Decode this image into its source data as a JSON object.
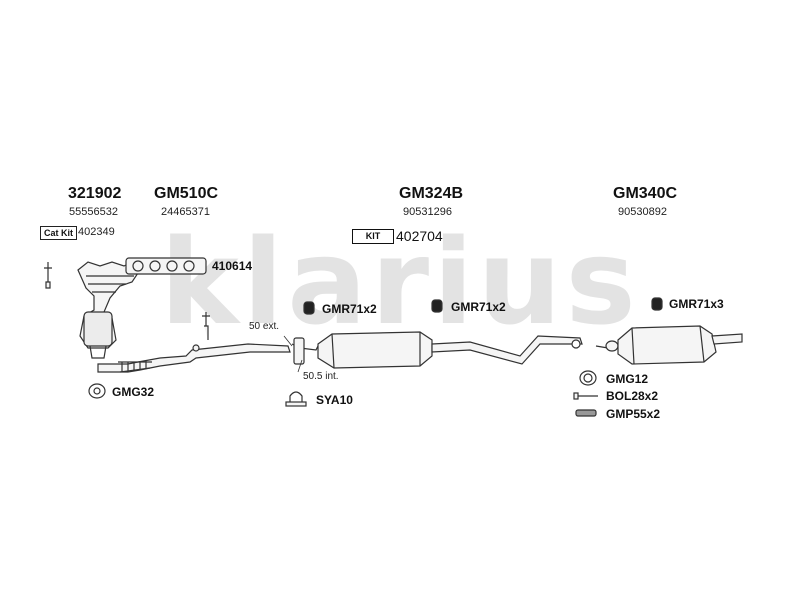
{
  "watermark": "klarius",
  "groups": [
    {
      "code": "321902",
      "oe": "55556532"
    },
    {
      "code": "GM510C",
      "oe": "24465371"
    },
    {
      "code": "GM324B",
      "oe": "90531296"
    },
    {
      "code": "GM340C",
      "oe": "90530892"
    }
  ],
  "catkit": {
    "badge": "Cat Kit",
    "number": "402349"
  },
  "kit": {
    "badge": "KIT",
    "number": "402704"
  },
  "gasket_set": "410614",
  "parts": {
    "gmr_a": "GMR71x2",
    "gmr_b": "GMR71x2",
    "gmr_c": "GMR71x3",
    "gmg32": "GMG32",
    "sya10": "SYA10",
    "gmg12": "GMG12",
    "bol": "BOL28x2",
    "gmp": "GMP55x2"
  },
  "notes": {
    "ext": "50 ext.",
    "int": "50.5 int."
  },
  "colors": {
    "watermark": "#e3e3e3",
    "lines": "#333333",
    "parts_fill": "#f2f2f2"
  }
}
